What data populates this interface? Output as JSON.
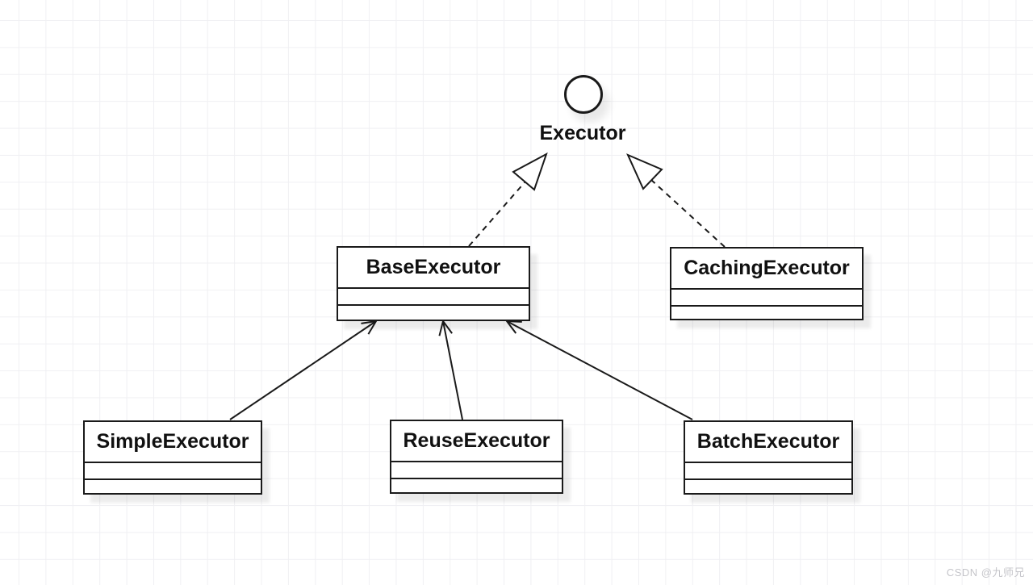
{
  "diagram": {
    "interface": {
      "label": "Executor",
      "notation": "lollipop-circle"
    },
    "classes": [
      {
        "name": "BaseExecutor"
      },
      {
        "name": "CachingExecutor"
      },
      {
        "name": "SimpleExecutor"
      },
      {
        "name": "ReuseExecutor"
      },
      {
        "name": "BatchExecutor"
      }
    ],
    "relations": [
      {
        "from": "BaseExecutor",
        "to": "Executor",
        "type": "realization",
        "line": "dashed",
        "arrow": "hollow-triangle"
      },
      {
        "from": "CachingExecutor",
        "to": "Executor",
        "type": "realization",
        "line": "dashed",
        "arrow": "hollow-triangle"
      },
      {
        "from": "SimpleExecutor",
        "to": "BaseExecutor",
        "type": "generalization",
        "line": "solid",
        "arrow": "open"
      },
      {
        "from": "ReuseExecutor",
        "to": "BaseExecutor",
        "type": "generalization",
        "line": "solid",
        "arrow": "open"
      },
      {
        "from": "BatchExecutor",
        "to": "BaseExecutor",
        "type": "generalization",
        "line": "solid",
        "arrow": "open"
      }
    ],
    "colors": {
      "stroke": "#1a1a1a",
      "node_fill": "#ffffff",
      "grid": "#f0f0f3",
      "watermark_text": "#c5c5ca"
    }
  },
  "watermark": "CSDN @九师兄"
}
